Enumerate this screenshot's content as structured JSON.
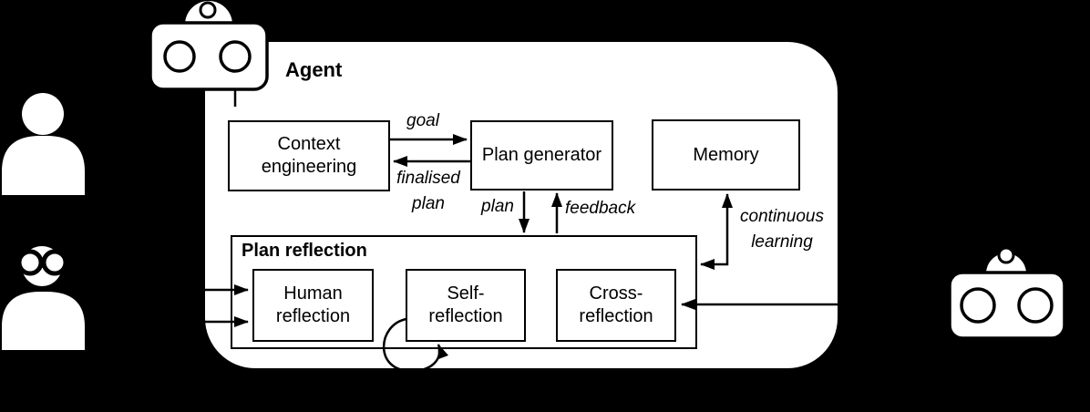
{
  "figure": {
    "background_color": "#000000",
    "box_fill": "#ffffff",
    "stroke_color": "#000000"
  },
  "agent": {
    "title": "Agent",
    "boxes": {
      "context_engineering": {
        "label": "Context\nengineering"
      },
      "plan_generator": {
        "label": "Plan generator"
      },
      "memory": {
        "label": "Memory"
      }
    },
    "plan_reflection": {
      "title": "Plan reflection",
      "boxes": {
        "human_reflection": {
          "label": "Human\nreflection"
        },
        "self_reflection": {
          "label": "Self-\nreflection"
        },
        "cross_reflection": {
          "label": "Cross-\nreflection"
        }
      }
    }
  },
  "edge_labels": {
    "goal": "goal",
    "finalised_plan": "finalised\nplan",
    "plan": "plan",
    "feedback": "feedback",
    "continuous_learning": "continuous\nlearning"
  },
  "icons": {
    "top_left_user": "human-user-icon",
    "bottom_left_expert": "human-expert-glasses-icon",
    "agent_header_robot": "robot-head-icon",
    "right_robot": "robot-head-icon"
  }
}
